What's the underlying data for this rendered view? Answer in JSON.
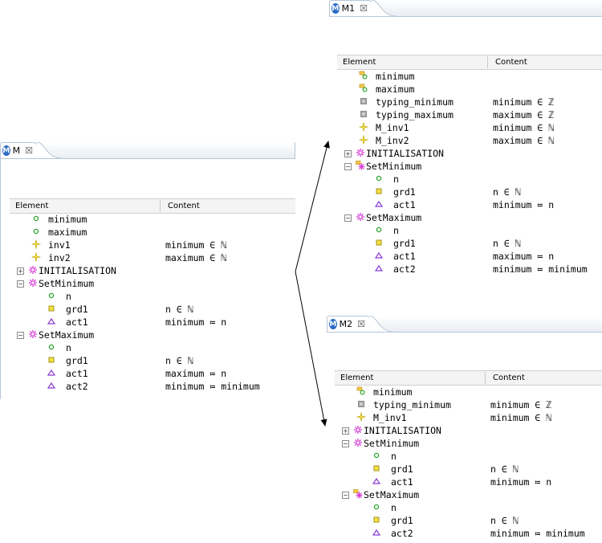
{
  "columns": {
    "element": "Element",
    "content": "Content"
  },
  "panels": {
    "m": {
      "tab": {
        "logo": "M",
        "title": "M",
        "close": "☒"
      },
      "rows": [
        {
          "indent": 1,
          "icon": "variable-icon",
          "label": "minimum",
          "content": ""
        },
        {
          "indent": 1,
          "icon": "variable-icon",
          "label": "maximum",
          "content": ""
        },
        {
          "indent": 1,
          "icon": "invariant-icon",
          "label": "inv1",
          "content": "minimum ∈ ℕ"
        },
        {
          "indent": 1,
          "icon": "invariant-icon",
          "label": "inv2",
          "content": "maximum ∈ ℕ"
        },
        {
          "indent": 0,
          "icon": "event-icon",
          "label": "INITIALISATION",
          "content": "",
          "expander": "plus"
        },
        {
          "indent": 0,
          "icon": "event-icon",
          "label": "SetMinimum",
          "content": "",
          "expander": "minus"
        },
        {
          "indent": 2,
          "icon": "parameter-icon",
          "label": "n",
          "content": ""
        },
        {
          "indent": 2,
          "icon": "guard-icon",
          "label": "grd1",
          "content": "n ∈ ℕ"
        },
        {
          "indent": 2,
          "icon": "action-icon",
          "label": "act1",
          "content": "minimum ≔ n"
        },
        {
          "indent": 0,
          "icon": "event-icon",
          "label": "SetMaximum",
          "content": "",
          "expander": "minus"
        },
        {
          "indent": 2,
          "icon": "parameter-icon",
          "label": "n",
          "content": ""
        },
        {
          "indent": 2,
          "icon": "guard-icon",
          "label": "grd1",
          "content": "n ∈ ℕ"
        },
        {
          "indent": 2,
          "icon": "action-icon",
          "label": "act1",
          "content": "maximum ≔ n"
        },
        {
          "indent": 2,
          "icon": "action-icon",
          "label": "act2",
          "content": "minimum ≔ minimum"
        }
      ]
    },
    "m1": {
      "tab": {
        "logo": "M",
        "title": "M1",
        "close": "☒"
      },
      "rows": [
        {
          "indent": 1,
          "icon": "refined-variable-icon",
          "label": "minimum",
          "content": ""
        },
        {
          "indent": 1,
          "icon": "refined-variable-icon",
          "label": "maximum",
          "content": ""
        },
        {
          "indent": 1,
          "icon": "theorem-icon",
          "label": "typing_minimum",
          "content": "minimum ∈ ℤ"
        },
        {
          "indent": 1,
          "icon": "theorem-icon",
          "label": "typing_maximum",
          "content": "maximum ∈ ℤ"
        },
        {
          "indent": 1,
          "icon": "invariant-icon",
          "label": "M_inv1",
          "content": "minimum ∈ ℕ"
        },
        {
          "indent": 1,
          "icon": "invariant-icon",
          "label": "M_inv2",
          "content": "maximum ∈ ℕ"
        },
        {
          "indent": 0,
          "icon": "event-icon",
          "label": "INITIALISATION",
          "content": "",
          "expander": "plus"
        },
        {
          "indent": 0,
          "icon": "refined-event-icon",
          "label": "SetMinimum",
          "content": "",
          "expander": "minus"
        },
        {
          "indent": 2,
          "icon": "parameter-icon",
          "label": "n",
          "content": ""
        },
        {
          "indent": 2,
          "icon": "guard-icon",
          "label": "grd1",
          "content": "n ∈ ℕ"
        },
        {
          "indent": 2,
          "icon": "action-icon",
          "label": "act1",
          "content": "minimum ≔ n"
        },
        {
          "indent": 0,
          "icon": "event-icon",
          "label": "SetMaximum",
          "content": "",
          "expander": "minus"
        },
        {
          "indent": 2,
          "icon": "parameter-icon",
          "label": "n",
          "content": ""
        },
        {
          "indent": 2,
          "icon": "guard-icon",
          "label": "grd1",
          "content": "n ∈ ℕ"
        },
        {
          "indent": 2,
          "icon": "action-icon",
          "label": "act1",
          "content": "maximum ≔ n"
        },
        {
          "indent": 2,
          "icon": "action-icon",
          "label": "act2",
          "content": "minimum ≔ minimum"
        }
      ]
    },
    "m2": {
      "tab": {
        "logo": "M",
        "title": "M2",
        "close": "☒"
      },
      "rows": [
        {
          "indent": 1,
          "icon": "refined-variable-icon",
          "label": "minimum",
          "content": ""
        },
        {
          "indent": 1,
          "icon": "theorem-icon",
          "label": "typing_minimum",
          "content": "minimum ∈ ℤ"
        },
        {
          "indent": 1,
          "icon": "invariant-icon",
          "label": "M_inv1",
          "content": "minimum ∈ ℕ"
        },
        {
          "indent": 0,
          "icon": "event-icon",
          "label": "INITIALISATION",
          "content": "",
          "expander": "plus"
        },
        {
          "indent": 0,
          "icon": "event-icon",
          "label": "SetMinimum",
          "content": "",
          "expander": "minus"
        },
        {
          "indent": 2,
          "icon": "parameter-icon",
          "label": "n",
          "content": ""
        },
        {
          "indent": 2,
          "icon": "guard-icon",
          "label": "grd1",
          "content": "n ∈ ℕ"
        },
        {
          "indent": 2,
          "icon": "action-icon",
          "label": "act1",
          "content": "minimum ≔ n"
        },
        {
          "indent": 0,
          "icon": "refined-event-icon",
          "label": "SetMaximum",
          "content": "",
          "expander": "minus"
        },
        {
          "indent": 2,
          "icon": "parameter-icon",
          "label": "n",
          "content": ""
        },
        {
          "indent": 2,
          "icon": "guard-icon",
          "label": "grd1",
          "content": "n ∈ ℕ"
        },
        {
          "indent": 2,
          "icon": "action-icon",
          "label": "act2",
          "content": "minimum ≔ minimum"
        }
      ]
    }
  }
}
